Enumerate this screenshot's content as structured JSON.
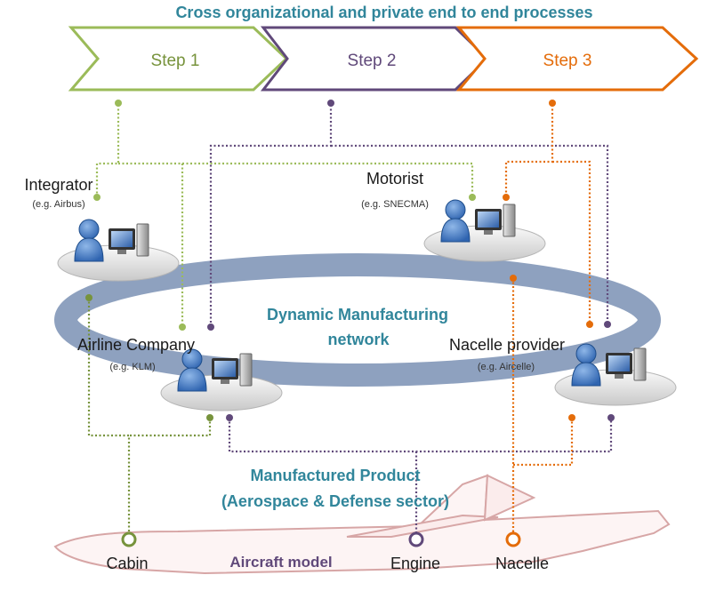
{
  "title": "Cross organizational and private end to end processes",
  "steps": [
    {
      "label": "Step 1",
      "color": "#9bbb59"
    },
    {
      "label": "Step 2",
      "color": "#60497a"
    },
    {
      "label": "Step 3",
      "color": "#e46c0a"
    }
  ],
  "actors": {
    "integrator": {
      "name": "Integrator",
      "example": "(e.g. Airbus)"
    },
    "motorist": {
      "name": "Motorist",
      "example": "(e.g. SNECMA)"
    },
    "airline": {
      "name": "Airline Company",
      "example": "(e.g. KLM)"
    },
    "nacelle_provider": {
      "name": "Nacelle provider",
      "example": "(e.g. Aircelle)"
    }
  },
  "network": {
    "line1": "Dynamic Manufacturing",
    "line2": "network",
    "ring_color": "#8ea1bf"
  },
  "product": {
    "line1": "Manufactured Product",
    "line2": "(Aerospace & Defense sector)"
  },
  "aircraft": {
    "model_label": "Aircraft model",
    "parts": [
      {
        "label": "Cabin",
        "color": "#77933c"
      },
      {
        "label": "Engine",
        "color": "#60497a"
      },
      {
        "label": "Nacelle",
        "color": "#e46c0a"
      }
    ]
  },
  "icons": [
    "user-icon",
    "computer-icon",
    "platform-disc",
    "airplane-outline"
  ]
}
